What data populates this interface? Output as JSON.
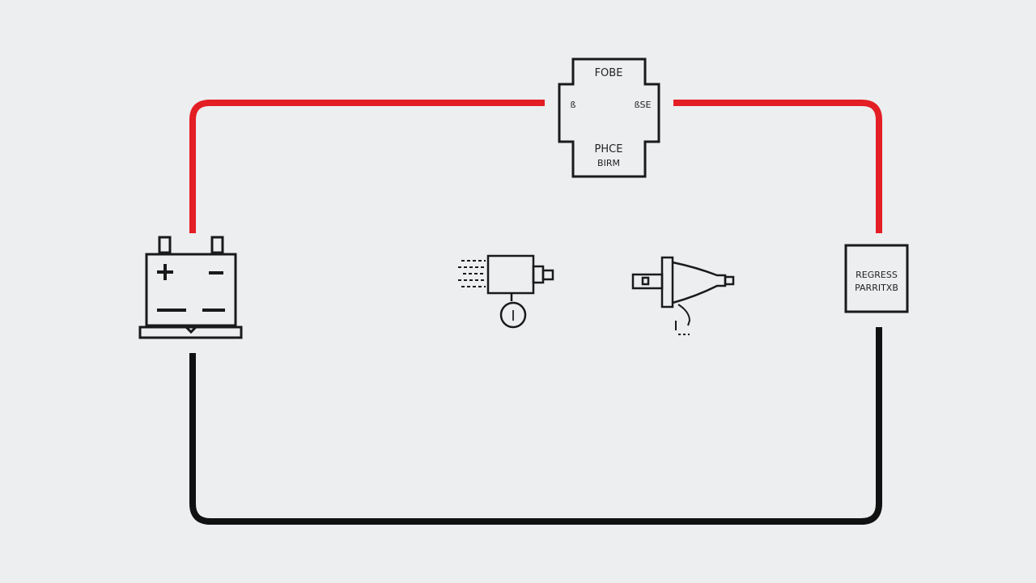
{
  "fuse_box": {
    "top_label": "FOBE",
    "left_pin": "ß",
    "right_pin": "ßSE",
    "bottom_line1": "PHCE",
    "bottom_line2": "BIRM"
  },
  "relay_box": {
    "line1": "REGRESS",
    "line2": "PARRITXB"
  },
  "meter_symbol": "I",
  "battery": {
    "positive": "+",
    "negative": "−"
  },
  "colors": {
    "positive_wire": "#e31e24",
    "ground_wire": "#111111",
    "outline": "#1a1a1a",
    "background": "#eceef0"
  }
}
